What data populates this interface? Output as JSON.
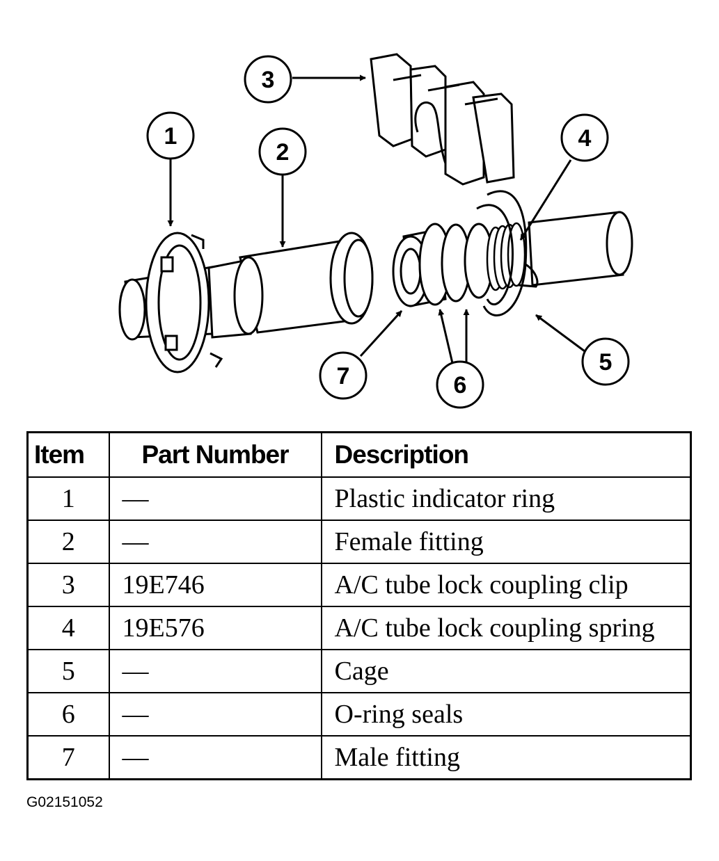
{
  "callouts": [
    "1",
    "2",
    "3",
    "4",
    "5",
    "6",
    "7"
  ],
  "table": {
    "headers": {
      "item": "Item",
      "part_number": "Part Number",
      "description": "Description"
    },
    "rows": [
      {
        "item": "1",
        "part_number": "—",
        "description": "Plastic indicator ring"
      },
      {
        "item": "2",
        "part_number": "—",
        "description": "Female fitting"
      },
      {
        "item": "3",
        "part_number": "19E746",
        "description": "A/C tube lock coupling clip"
      },
      {
        "item": "4",
        "part_number": "19E576",
        "description": "A/C tube lock coupling spring"
      },
      {
        "item": "5",
        "part_number": "—",
        "description": "Cage"
      },
      {
        "item": "6",
        "part_number": "—",
        "description": "O-ring seals"
      },
      {
        "item": "7",
        "part_number": "—",
        "description": "Male fitting"
      }
    ]
  },
  "figure_code": "G02151052"
}
